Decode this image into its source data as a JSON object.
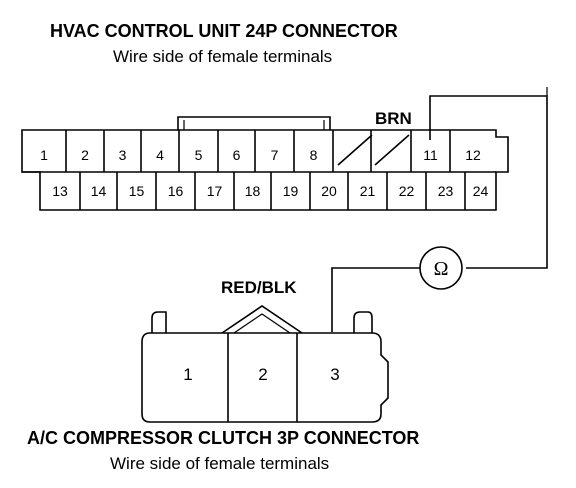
{
  "top_connector": {
    "title": "HVAC CONTROL UNIT 24P CONNECTOR",
    "subtitle": "Wire side of female terminals",
    "top_row": [
      "1",
      "2",
      "3",
      "4",
      "5",
      "6",
      "7",
      "8",
      "",
      "",
      "11",
      "12"
    ],
    "bottom_row": [
      "13",
      "14",
      "15",
      "16",
      "17",
      "18",
      "19",
      "20",
      "21",
      "22",
      "23",
      "24"
    ],
    "wire_label": "BRN"
  },
  "bottom_connector": {
    "title": "A/C COMPRESSOR CLUTCH 3P CONNECTOR",
    "subtitle": "Wire side of female terminals",
    "pins": [
      "1",
      "2",
      "3"
    ],
    "wire_label": "RED/BLK"
  },
  "meter": {
    "symbol": "Ω"
  }
}
